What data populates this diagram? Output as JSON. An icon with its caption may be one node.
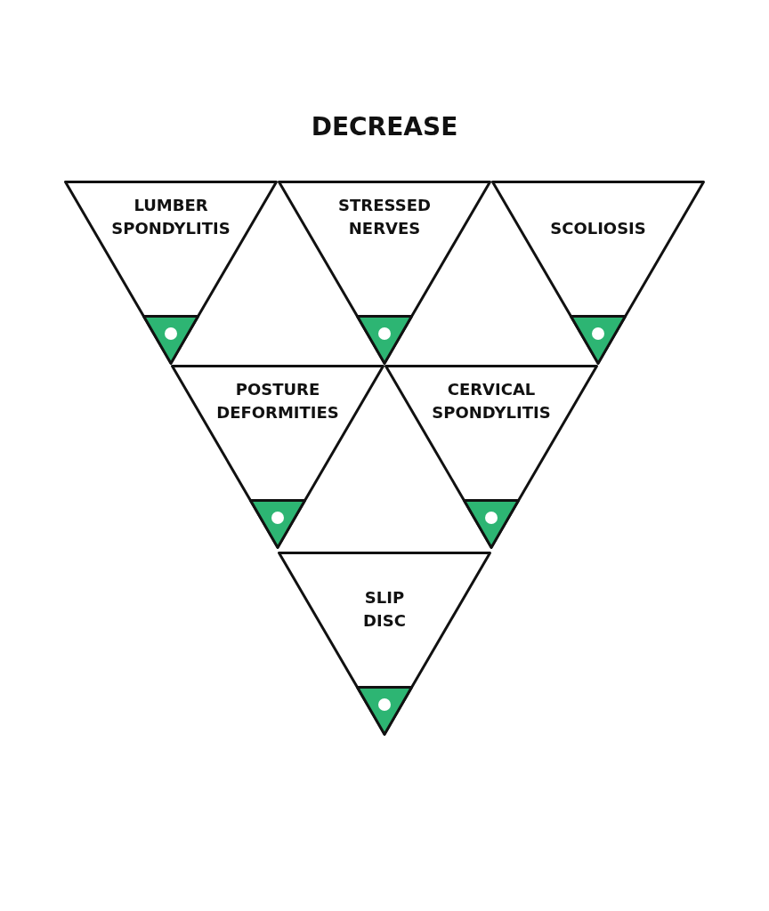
{
  "diagram": {
    "title": "DECREASE",
    "nodes": [
      {
        "text": [
          "LUMBER SPONDYLITIS"
        ]
      },
      {
        "text": [
          "STRESSED NERVES"
        ]
      },
      {
        "text": [
          "SCOLIOSIS"
        ]
      },
      {
        "text": [
          "POSTURE DEFORMITIES"
        ]
      },
      {
        "text": [
          "CERVICAL SPONDYLITIS"
        ]
      },
      {
        "text": [
          "SLIP DISC"
        ]
      }
    ]
  }
}
